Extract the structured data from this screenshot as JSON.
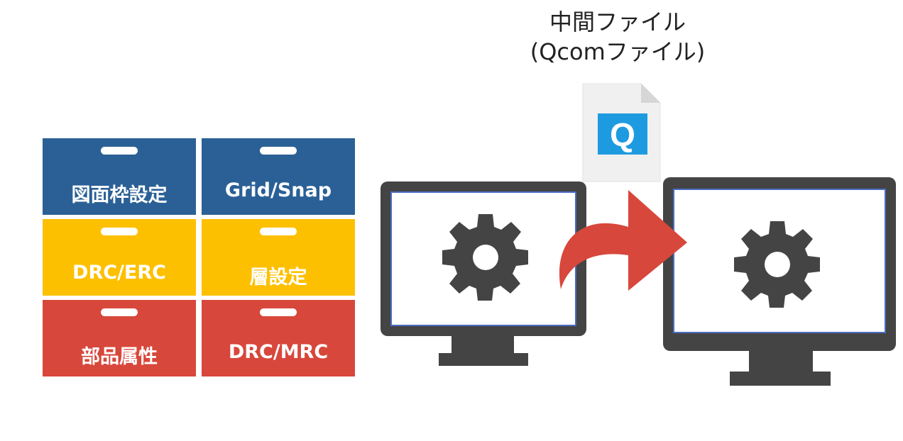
{
  "drawers": [
    {
      "label": "図面枠設定",
      "color": "#2a6096"
    },
    {
      "label": "Grid/Snap",
      "color": "#2a6096"
    },
    {
      "label": "DRC/ERC",
      "color": "#fdc000"
    },
    {
      "label": "層設定",
      "color": "#fdc000"
    },
    {
      "label": "部品属性",
      "color": "#d8473b"
    },
    {
      "label": "DRC/MRC",
      "color": "#d8473b"
    }
  ],
  "file": {
    "caption_line1": "中間ファイル",
    "caption_line2": "(Qcomファイル)",
    "icon_letter": "Q",
    "icon_color": "#1e9be0"
  },
  "colors": {
    "monitor": "#444444",
    "arrow": "#d8473b",
    "screen_border": "#4a6cc4"
  },
  "icons": [
    "file-icon",
    "monitor-icon",
    "gear-icon",
    "arrow-icon"
  ]
}
